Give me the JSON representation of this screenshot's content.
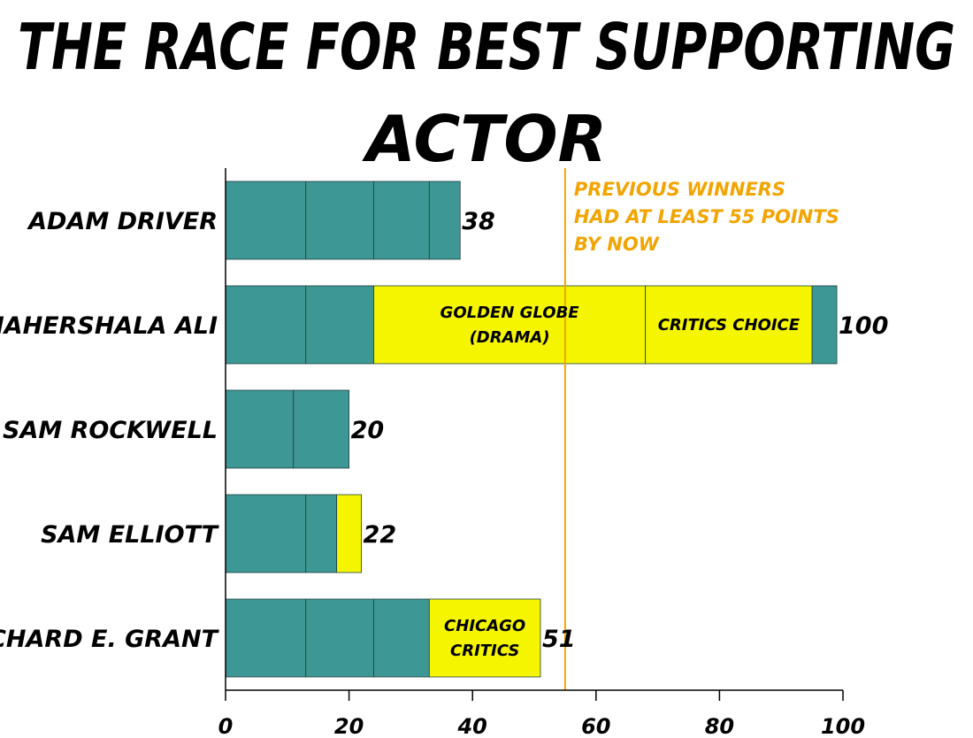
{
  "chart_data": {
    "type": "bar",
    "orientation": "horizontal",
    "stacked": true,
    "title_lines": [
      "THE RACE FOR BEST SUPPORTING",
      "ACTOR"
    ],
    "categories": [
      "ADAM DRIVER",
      "MAHERSHALA ALI",
      "SAM ROCKWELL",
      "SAM ELLIOTT",
      "RICHARD E. GRANT"
    ],
    "totals": [
      "38",
      "100",
      "20",
      "22",
      "51"
    ],
    "segments": [
      [
        {
          "value": 13
        },
        {
          "value": 11
        },
        {
          "value": 9
        },
        {
          "value": 5
        }
      ],
      [
        {
          "value": 13
        },
        {
          "value": 11
        },
        {
          "value": 44,
          "highlight": true,
          "label": [
            "GOLDEN GLOBE",
            "(DRAMA)"
          ]
        },
        {
          "value": 27,
          "highlight": true,
          "label": [
            "CRITICS CHOICE"
          ]
        },
        {
          "value": 4
        }
      ],
      [
        {
          "value": 11
        },
        {
          "value": 9
        }
      ],
      [
        {
          "value": 13
        },
        {
          "value": 5
        },
        {
          "value": 4,
          "highlight": true
        }
      ],
      [
        {
          "value": 13
        },
        {
          "value": 11
        },
        {
          "value": 9
        },
        {
          "value": 18,
          "highlight": true,
          "label": [
            "CHICAGO",
            "CRITICS"
          ]
        }
      ]
    ],
    "xlim": [
      0,
      100
    ],
    "xticks": [
      "0",
      "20",
      "40",
      "60",
      "80",
      "100"
    ],
    "threshold": 55,
    "threshold_note": [
      "PREVIOUS WINNERS",
      "HAD AT LEAST 55 POINTS",
      "BY NOW"
    ],
    "colors": {
      "base": "#3d9795",
      "highlight": "#f5f500",
      "threshold": "#f0a500",
      "edge": "#1f3f3e"
    },
    "grid": false,
    "legend": "none"
  }
}
